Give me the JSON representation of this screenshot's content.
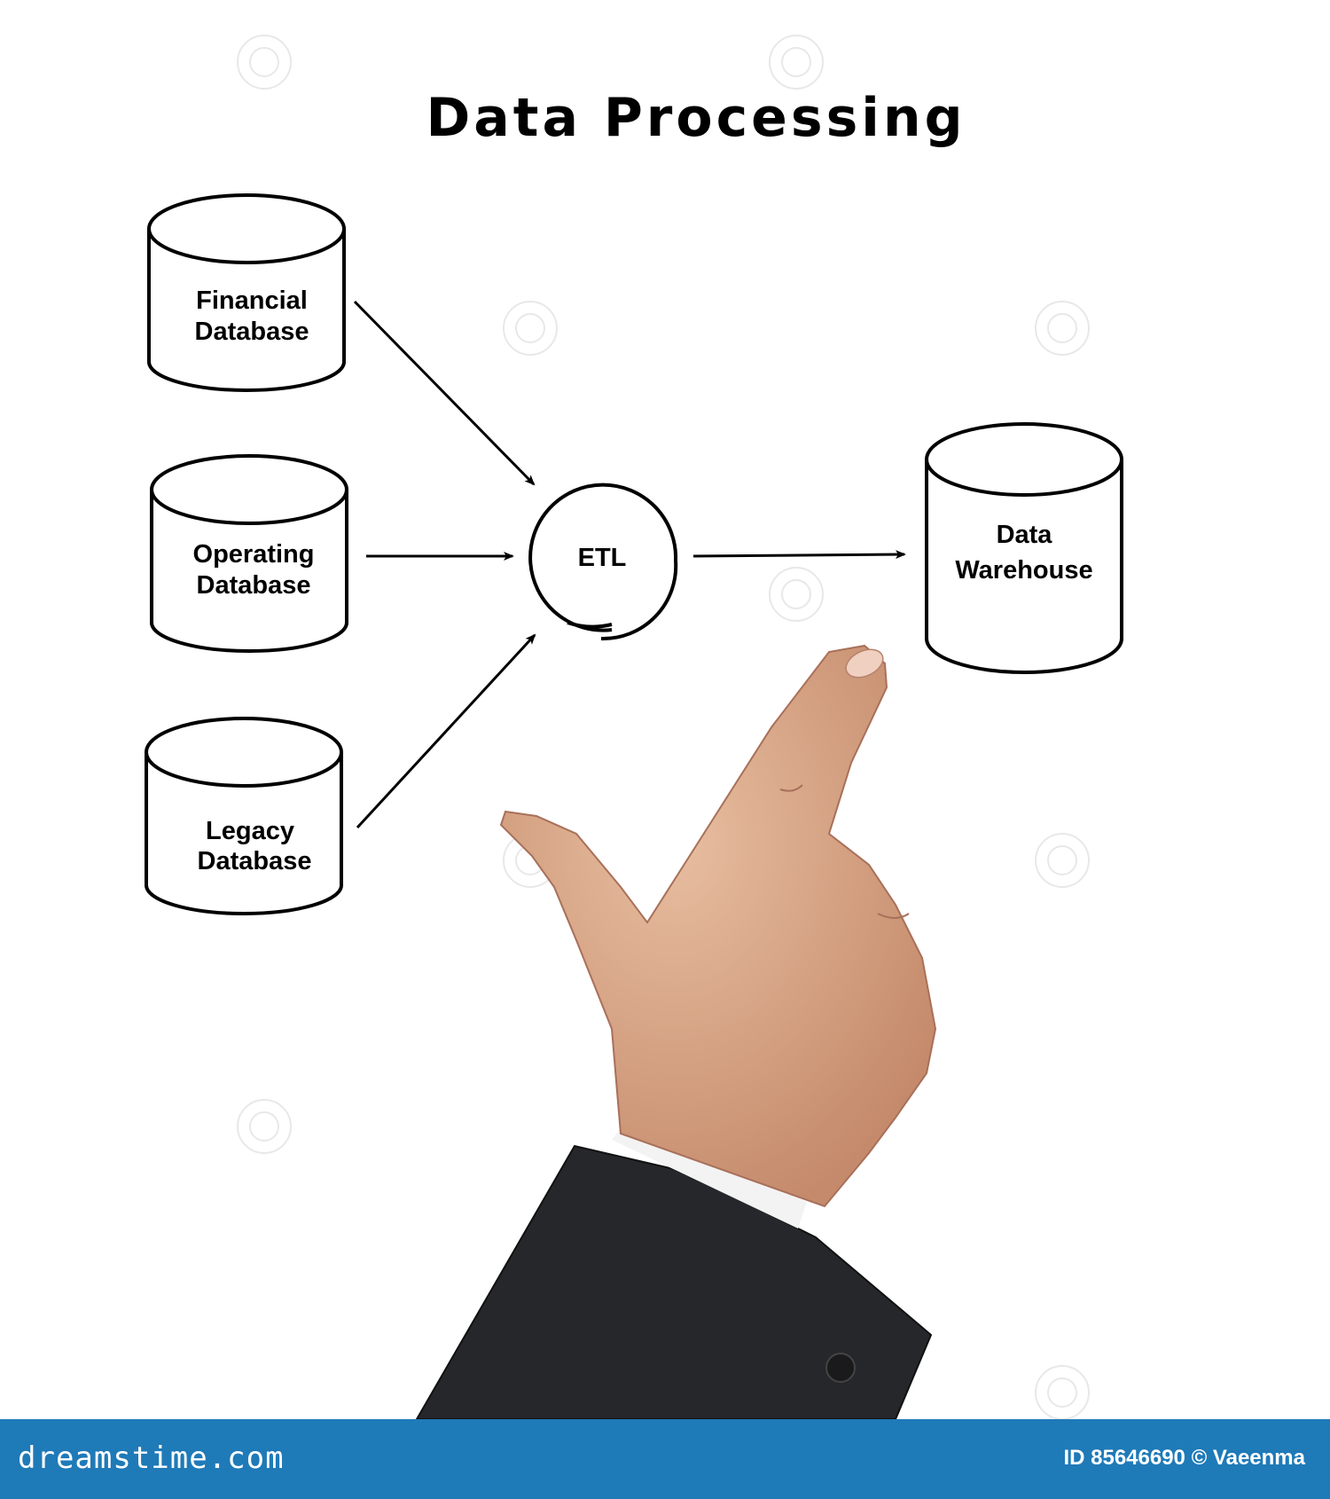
{
  "title": "Data Processing",
  "nodes": {
    "financial": {
      "line1": "Financial",
      "line2": "Database"
    },
    "operating": {
      "line1": "Operating",
      "line2": "Database"
    },
    "legacy": {
      "line1": "Legacy",
      "line2": "Database"
    },
    "etl": {
      "label": "ETL"
    },
    "warehouse": {
      "line1": "Data",
      "line2": "Warehouse"
    }
  },
  "footer": {
    "brand": "dreamstime.com",
    "credit": "ID 85646690 © Vaeenma"
  },
  "colors": {
    "footer_bg": "#1f7ab8",
    "stroke": "#000000",
    "skin": "#d9a98a",
    "sleeve": "#26272b"
  }
}
